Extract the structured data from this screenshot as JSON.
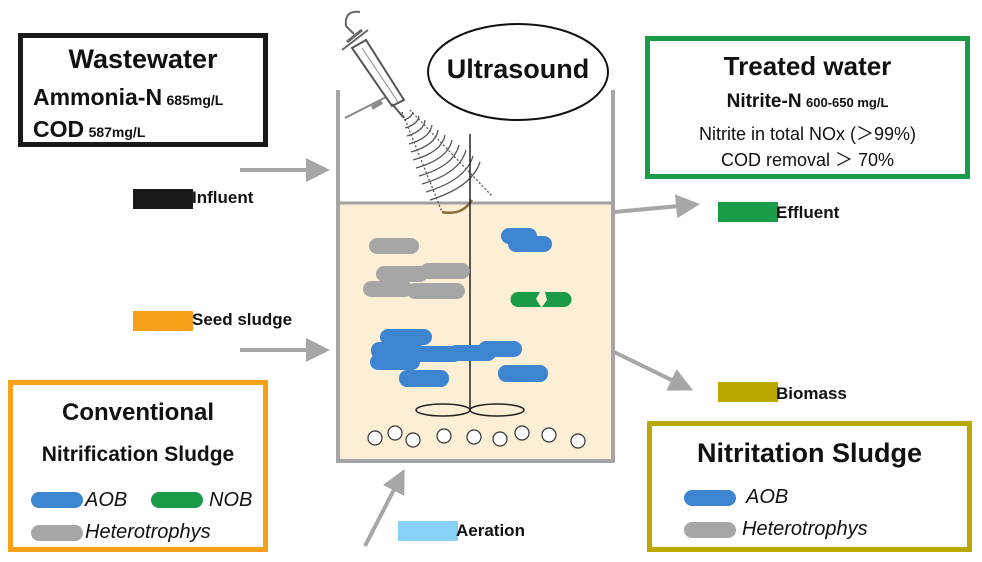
{
  "wastewater": {
    "title": "Wastewater",
    "ammonia_label": "Ammonia-N",
    "ammonia_value": "685mg/L",
    "cod_label": "COD",
    "cod_value": "587mg/L"
  },
  "treated": {
    "title": "Treated water",
    "nitrite_label": "Nitrite-N",
    "nitrite_value": "600-650 mg/L",
    "line1": "Nitrite in total NOx (＞99%)",
    "line2": "COD removal ＞ 70%"
  },
  "ultrasound_label": "Ultrasound",
  "flows": {
    "influent": "Influent",
    "seed_sludge": "Seed sludge",
    "effluent": "Effluent",
    "biomass": "Biomass",
    "aeration": "Aeration"
  },
  "conventional": {
    "title_line1": "Conventional",
    "title_line2": "Nitrification Sludge",
    "aob": "AOB",
    "nob": "NOB",
    "het": "Heterotrophys"
  },
  "nitritation": {
    "title": "Nitritation Sludge",
    "aob": "AOB",
    "het": "Heterotrophys"
  },
  "colors": {
    "influent": "#1a1a1a",
    "seed_sludge": "#f7a11a",
    "effluent": "#1a9b48",
    "biomass": "#b8a800",
    "aeration": "#86d1f5",
    "aob": "#3d85d0",
    "nob": "#1a9b48",
    "heterotroph": "#a6a6a6",
    "sludge_fill": "#fcefd6",
    "wastewater_border": "#1a1a1a",
    "treated_border": "#1a9b48",
    "conventional_border": "#f7a11a",
    "nitritation_border": "#b8a800"
  }
}
